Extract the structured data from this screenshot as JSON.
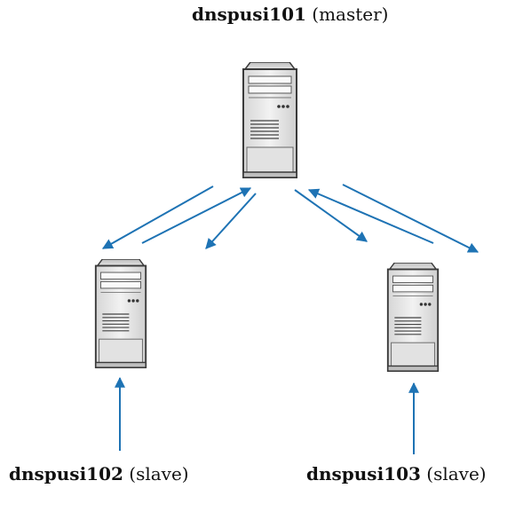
{
  "nodes": {
    "master": {
      "name": "dnspusi101",
      "role": "(master)"
    },
    "slave1": {
      "name": "dnspusi102",
      "role": "(slave)"
    },
    "slave2": {
      "name": "dnspusi103",
      "role": "(slave)"
    }
  },
  "colors": {
    "arrow": "#1e73b4",
    "server_body": "#e8e8e8",
    "server_outline": "#3a3a3a"
  }
}
